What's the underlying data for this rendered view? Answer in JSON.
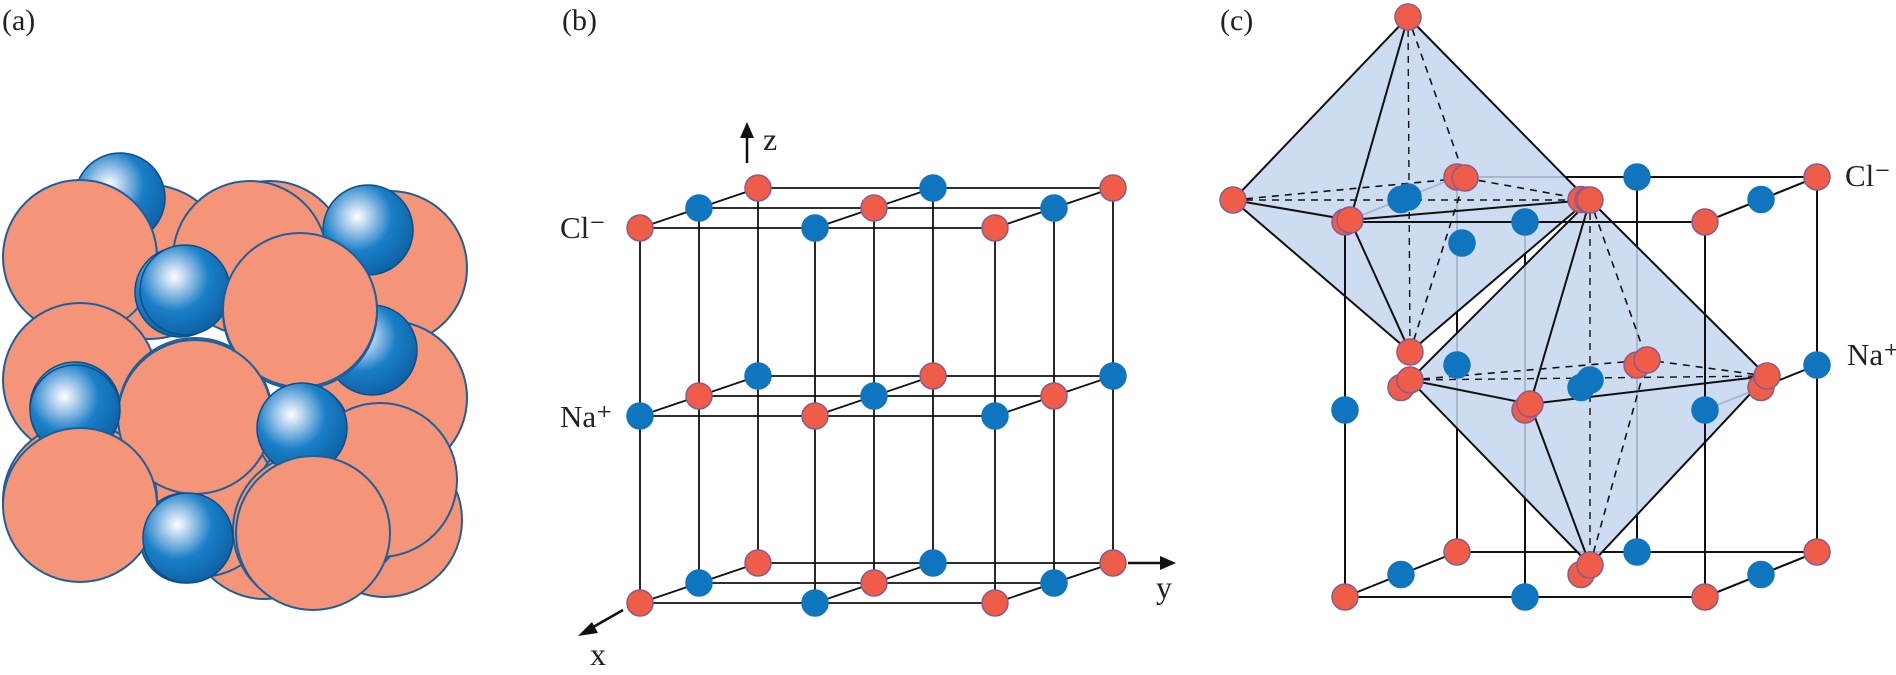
{
  "panels": [
    {
      "id": "a",
      "label": "(a)"
    },
    {
      "id": "b",
      "label": "(b)"
    },
    {
      "id": "c",
      "label": "(c)"
    }
  ],
  "axes": {
    "x": "x",
    "y": "y",
    "z": "z"
  },
  "ions": {
    "cl": "Cl⁻",
    "na": "Na⁺"
  },
  "colors": {
    "cl": "#ef5d49",
    "cl_large": "#f4957a",
    "na": "#0f75bf",
    "edge": "#1c5f9a",
    "line": "#111111",
    "octahedron": "#c4d6ef"
  }
}
